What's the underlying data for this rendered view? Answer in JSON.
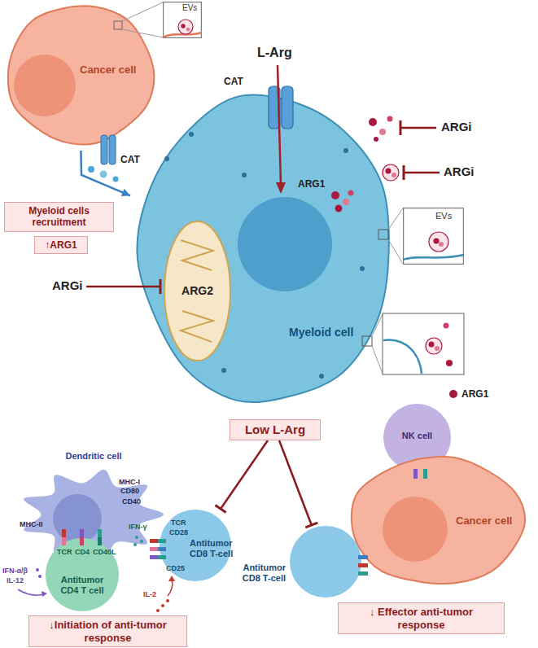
{
  "diagram": {
    "nodes": [
      {
        "text": [
          "Cancer cell"
        ]
      },
      {
        "text": [
          "EVs"
        ]
      },
      {
        "text": [
          "Myeloid cells recruitment"
        ]
      },
      {
        "text": [
          "↑ARG1"
        ]
      },
      {
        "text": [
          "Myeloid cell"
        ]
      },
      {
        "text": [
          "ARG2"
        ],
        "in": 4
      },
      {
        "text": [
          "EVs"
        ]
      },
      {
        "text": [
          "Low L-Arg"
        ]
      },
      {
        "text": [
          "Dendritic cell"
        ]
      },
      {
        "text": [
          "Antitumor CD8 T-cell"
        ]
      },
      {
        "text": [
          "Antitumor CD4 T cell"
        ]
      },
      {
        "text": [
          "↓Initiation of anti-tumor response"
        ]
      },
      {
        "text": [
          "NK cell"
        ]
      },
      {
        "text": [
          "Cancer cell"
        ]
      },
      {
        "text": [
          "Antitumor CD8 T-cell"
        ]
      },
      {
        "text": [
          "↓ Effector anti-tumor response"
        ]
      }
    ],
    "edges": [
      {
        "from": 0,
        "to": 4,
        "arrow": "to"
      },
      {
        "from": 7,
        "to": 9,
        "arrow": "to"
      },
      {
        "from": 7,
        "to": 14,
        "arrow": "to"
      }
    ],
    "labels": [
      "CAT",
      "L-Arg",
      "CAT",
      "ARG1",
      "ARGi",
      "ARGi",
      "ARGi",
      "MHC-I",
      "CD80",
      "MHC-II",
      "CD40",
      "TCR",
      "CD28",
      "IFN-α/β",
      "IL-12",
      "IFN-γ",
      "TCR",
      "CD4",
      "CD40L",
      "CD25",
      "IL-2"
    ],
    "legend": [
      {
        "text": "ARG1",
        "color": "#a8193d"
      }
    ]
  }
}
